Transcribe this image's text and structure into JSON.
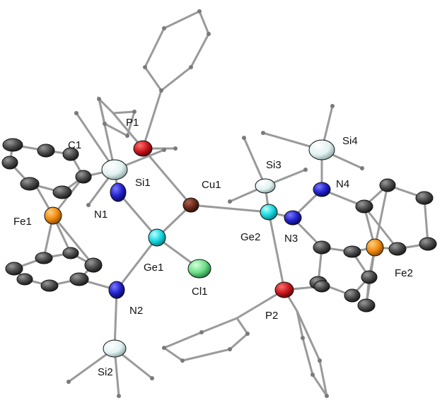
{
  "atoms": [
    {
      "id": "Fe1",
      "label": "Fe1",
      "element": "Fe"
    },
    {
      "id": "Fe2",
      "label": "Fe2",
      "element": "Fe"
    },
    {
      "id": "P1",
      "label": "P1",
      "element": "P"
    },
    {
      "id": "P2",
      "label": "P2",
      "element": "P"
    },
    {
      "id": "Cu1",
      "label": "Cu1",
      "element": "Cu"
    },
    {
      "id": "Ge1",
      "label": "Ge1",
      "element": "Ge"
    },
    {
      "id": "Ge2",
      "label": "Ge2",
      "element": "Ge"
    },
    {
      "id": "Cl1",
      "label": "Cl1",
      "element": "Cl"
    },
    {
      "id": "N1",
      "label": "N1",
      "element": "N"
    },
    {
      "id": "N2",
      "label": "N2",
      "element": "N"
    },
    {
      "id": "N3",
      "label": "N3",
      "element": "N"
    },
    {
      "id": "N4",
      "label": "N4",
      "element": "N"
    },
    {
      "id": "Si1",
      "label": "Si1",
      "element": "Si"
    },
    {
      "id": "Si2",
      "label": "Si2",
      "element": "Si"
    },
    {
      "id": "Si3",
      "label": "Si3",
      "element": "Si"
    },
    {
      "id": "Si4",
      "label": "Si4",
      "element": "Si"
    },
    {
      "id": "C1",
      "label": "C1",
      "element": "C"
    }
  ],
  "element_colors": {
    "Fe": "#f08a10",
    "P": "#c8181c",
    "Cu": "#6a2a1c",
    "Ge": "#18d8e0",
    "Cl": "#6ee08a",
    "N": "#2222cc",
    "Si": "#e2f2f2",
    "C": "#4a4a4a",
    "bond": "#9a9a9a"
  }
}
